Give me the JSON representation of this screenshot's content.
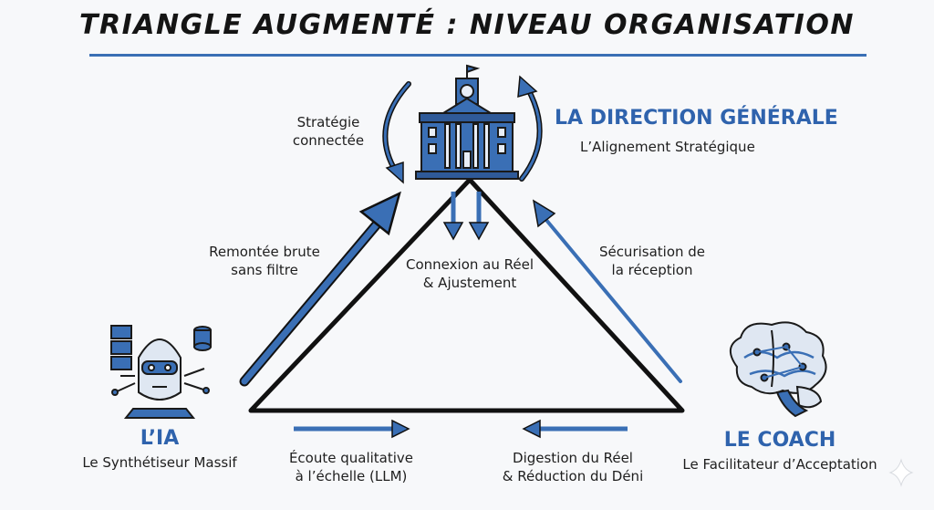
{
  "title": "TRIANGLE AUGMENTÉ : NIVEAU ORGANISATION",
  "colors": {
    "accent": "#2f63ad",
    "arrow": "#3a6fb5",
    "stroke": "#111111"
  },
  "nodes": {
    "direction": {
      "title": "LA DIRECTION GÉNÉRALE",
      "subtitle": "L’Alignement Stratégique",
      "icon": "building-icon"
    },
    "ia": {
      "title": "L’IA",
      "subtitle": "Le Synthétiseur Massif",
      "icon": "robot-icon"
    },
    "coach": {
      "title": "LE COACH",
      "subtitle": "Le Facilitateur d’Acceptation",
      "icon": "brain-icon"
    }
  },
  "flows": {
    "strategie": {
      "line1": "Stratégie",
      "line2": "connectée"
    },
    "remontee": {
      "line1": "Remontée brute",
      "line2": "sans filtre"
    },
    "connexion": {
      "line1": "Connexion au Réel",
      "line2": "& Ajustement"
    },
    "securisation": {
      "line1": "Sécurisation de",
      "line2": "la réception"
    },
    "ecoute": {
      "line1": "Écoute qualitative",
      "line2": "à l’échelle (LLM)"
    },
    "digestion": {
      "line1": "Digestion du Réel",
      "line2": "& Réduction du Déni"
    }
  }
}
